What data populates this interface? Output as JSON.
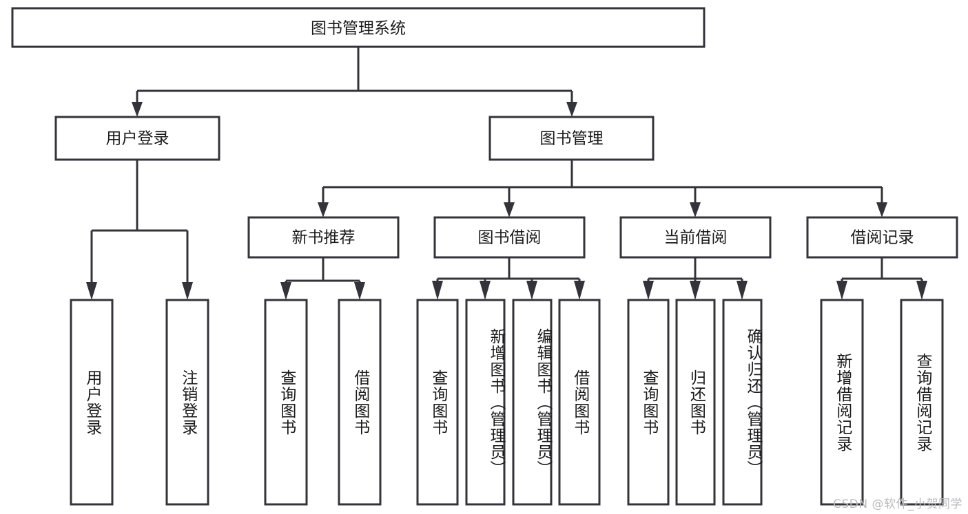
{
  "diagram": {
    "type": "tree-hierarchy",
    "title": "图书管理系统",
    "watermark": "CSDN @软件_小贺同学",
    "colors": {
      "stroke": "#33333a",
      "fill": "#ffffff",
      "text": "#1a1a1a",
      "watermark": "#b9b9bd",
      "background": "#ffffff"
    },
    "levels": {
      "root": {
        "label": "图书管理系统"
      },
      "level2": [
        {
          "label": "用户登录"
        },
        {
          "label": "图书管理"
        }
      ],
      "level3": [
        {
          "label": "新书推荐"
        },
        {
          "label": "图书借阅"
        },
        {
          "label": "当前借阅"
        },
        {
          "label": "借阅记录"
        }
      ],
      "leaves": {
        "user_login": [
          {
            "label": "用户登录"
          },
          {
            "label": "注销登录"
          }
        ],
        "new_book_recommend": [
          {
            "label": "查询图书"
          },
          {
            "label": "借阅图书"
          }
        ],
        "book_borrow": [
          {
            "label": "查询图书"
          },
          {
            "label": "新增图书（管理员）"
          },
          {
            "label": "编辑图书（管理员）"
          },
          {
            "label": "借阅图书"
          }
        ],
        "current_borrow": [
          {
            "label": "查询图书"
          },
          {
            "label": "归还图书"
          },
          {
            "label": "确认归还（管理员）"
          }
        ],
        "borrow_record": [
          {
            "label": "新增借阅记录"
          },
          {
            "label": "查询借阅记录"
          }
        ]
      }
    }
  }
}
